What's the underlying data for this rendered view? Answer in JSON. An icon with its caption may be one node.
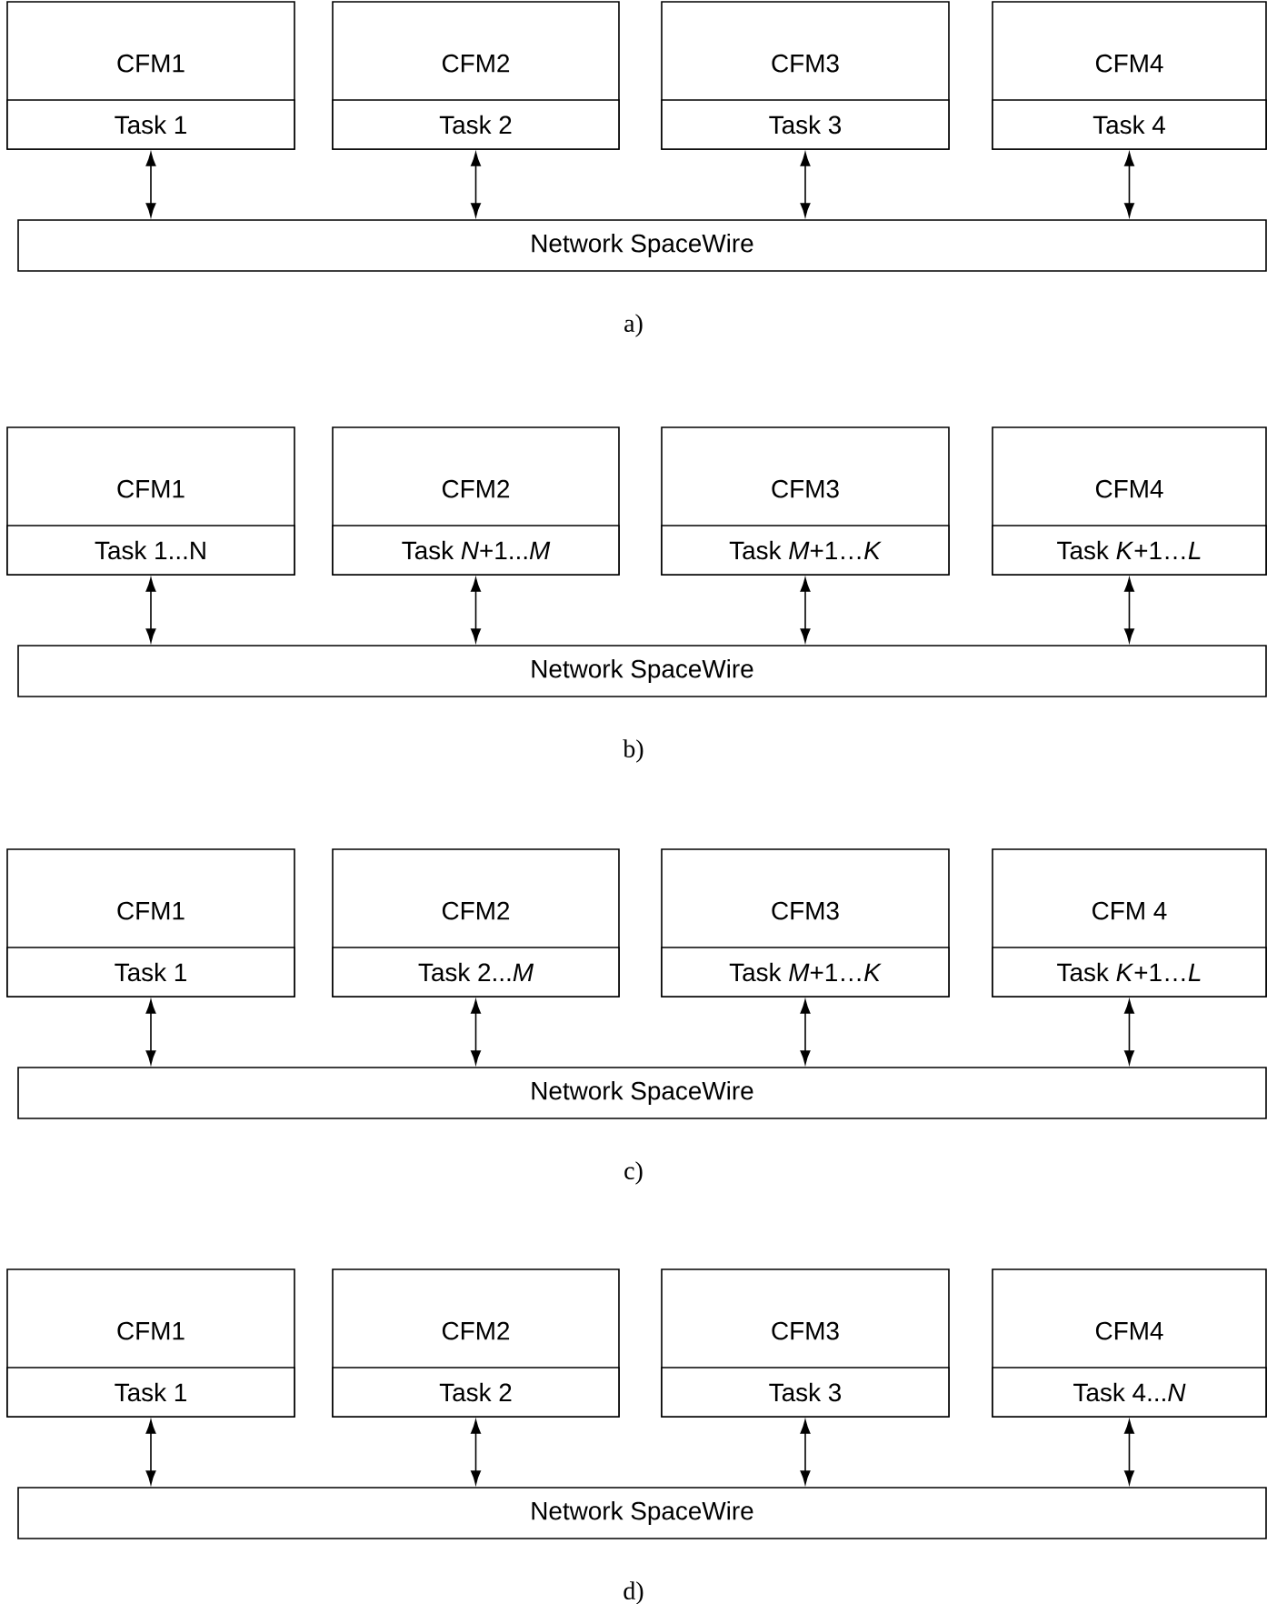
{
  "diagram": {
    "nodes": [
      {
        "text": [
          "CFM1"
        ]
      },
      {
        "text": [
          "Task 1"
        ],
        "in": 0
      },
      {
        "text": [
          "CFM2"
        ]
      },
      {
        "text": [
          "Task 2"
        ],
        "in": 2
      },
      {
        "text": [
          "CFM3"
        ]
      },
      {
        "text": [
          "Task 3"
        ],
        "in": 4
      },
      {
        "text": [
          "CFM4"
        ]
      },
      {
        "text": [
          "Task 4"
        ],
        "in": 6
      },
      {
        "text": [
          "Network SpaceWire"
        ]
      },
      {
        "text": [
          "CFM1"
        ]
      },
      {
        "text": [
          "Task 1...N"
        ],
        "in": 9
      },
      {
        "text": [
          "CFM2"
        ]
      },
      {
        "text": [
          "Task *N*+1...*M*"
        ],
        "in": 11
      },
      {
        "text": [
          "CFM3"
        ]
      },
      {
        "text": [
          "Task *M*+1…*K*"
        ],
        "in": 13
      },
      {
        "text": [
          "CFM4"
        ]
      },
      {
        "text": [
          "Task *K*+1…*L*"
        ],
        "in": 15
      },
      {
        "text": [
          "Network SpaceWire"
        ]
      },
      {
        "text": [
          "CFM1"
        ]
      },
      {
        "text": [
          "Task 1"
        ],
        "in": 18
      },
      {
        "text": [
          "CFM2"
        ]
      },
      {
        "text": [
          "Task 2...*M*"
        ],
        "in": 20
      },
      {
        "text": [
          "CFM3"
        ]
      },
      {
        "text": [
          "Task *M*+1…*K*"
        ],
        "in": 22
      },
      {
        "text": [
          "CFM 4"
        ]
      },
      {
        "text": [
          "Task *K*+1…*L*"
        ],
        "in": 24
      },
      {
        "text": [
          "Network SpaceWire"
        ]
      },
      {
        "text": [
          "CFM1"
        ]
      },
      {
        "text": [
          "Task 1"
        ],
        "in": 27
      },
      {
        "text": [
          "CFM2"
        ]
      },
      {
        "text": [
          "Task 2"
        ],
        "in": 29
      },
      {
        "text": [
          "CFM3"
        ]
      },
      {
        "text": [
          "Task 3"
        ],
        "in": 31
      },
      {
        "text": [
          "CFM4"
        ]
      },
      {
        "text": [
          "Task 4...*N*"
        ],
        "in": 33
      },
      {
        "text": [
          "Network SpaceWire"
        ]
      }
    ],
    "edges": [
      {
        "from": 1,
        "to": 8,
        "arrow": "both"
      },
      {
        "from": 3,
        "to": 8,
        "arrow": "both"
      },
      {
        "from": 5,
        "to": 8,
        "arrow": "both"
      },
      {
        "from": 7,
        "to": 8,
        "arrow": "both"
      },
      {
        "from": 10,
        "to": 17,
        "arrow": "both"
      },
      {
        "from": 12,
        "to": 17,
        "arrow": "both"
      },
      {
        "from": 14,
        "to": 17,
        "arrow": "both"
      },
      {
        "from": 16,
        "to": 17,
        "arrow": "both"
      },
      {
        "from": 19,
        "to": 26,
        "arrow": "both"
      },
      {
        "from": 21,
        "to": 26,
        "arrow": "both"
      },
      {
        "from": 23,
        "to": 26,
        "arrow": "both"
      },
      {
        "from": 25,
        "to": 26,
        "arrow": "both"
      },
      {
        "from": 28,
        "to": 35,
        "arrow": "both"
      },
      {
        "from": 30,
        "to": 35,
        "arrow": "both"
      },
      {
        "from": 32,
        "to": 35,
        "arrow": "both"
      },
      {
        "from": 34,
        "to": 35,
        "arrow": "both"
      }
    ],
    "labels": [
      "a)",
      "b)",
      "c)",
      "d)"
    ]
  }
}
